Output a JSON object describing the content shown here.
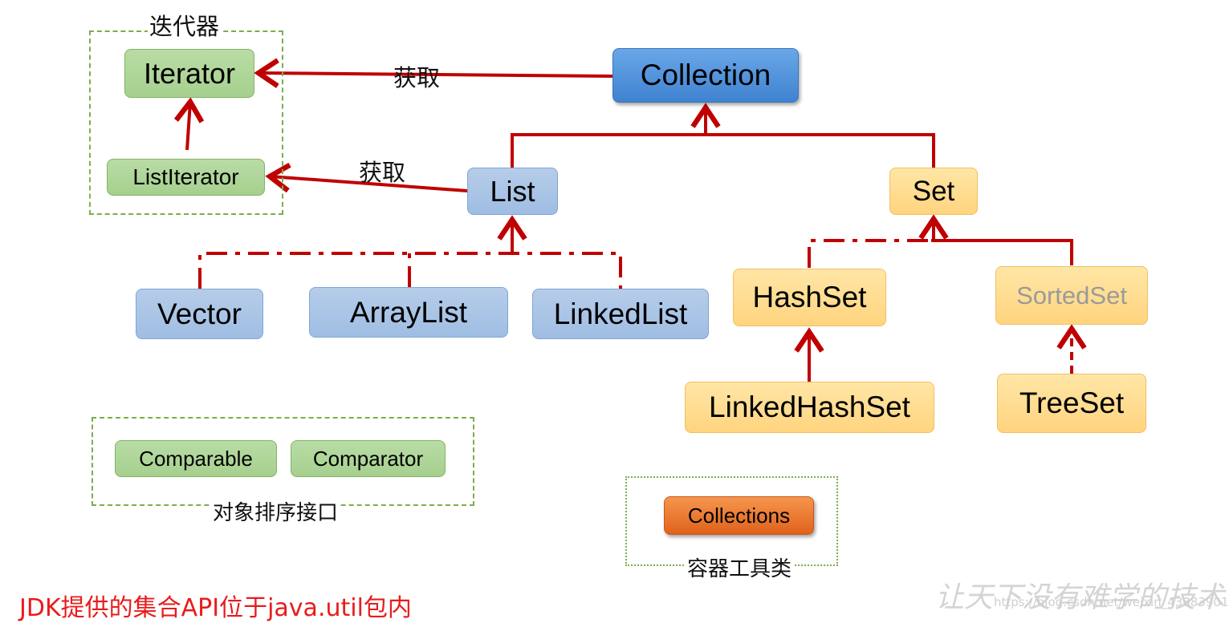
{
  "groups": {
    "iterator_group_label": "迭代器",
    "sort_group_label": "对象排序接口",
    "tools_group_label": "容器工具类"
  },
  "nodes": {
    "iterator": "Iterator",
    "list_iterator": "ListIterator",
    "collection": "Collection",
    "list": "List",
    "set": "Set",
    "vector": "Vector",
    "array_list": "ArrayList",
    "linked_list": "LinkedList",
    "hash_set": "HashSet",
    "sorted_set": "SortedSet",
    "linked_hash_set": "LinkedHashSet",
    "tree_set": "TreeSet",
    "comparable": "Comparable",
    "comparator": "Comparator",
    "collections": "Collections"
  },
  "edge_labels": {
    "collection_to_iterator": "获取",
    "list_to_list_iterator": "获取"
  },
  "footer": "JDK提供的集合API位于java.util包内",
  "watermark": "让天下没有难学的技术",
  "watermark_url": "https://blog.csdn.net/weixin_43883901",
  "colors": {
    "arrow": "#c00000",
    "group_border": "#7aae4d",
    "footer_text": "#e81c1c"
  }
}
